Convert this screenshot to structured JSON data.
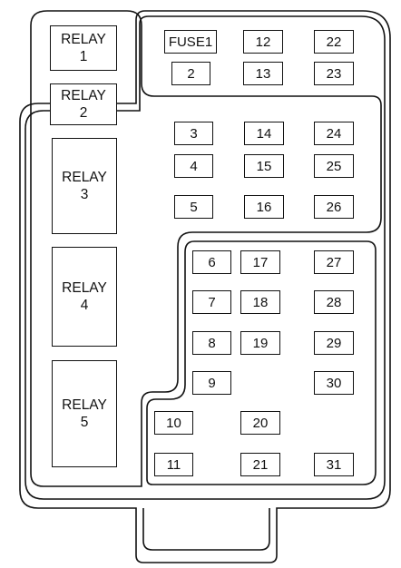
{
  "relays": [
    {
      "id": "relay-1",
      "line1": "RELAY",
      "line2": "1"
    },
    {
      "id": "relay-2",
      "line1": "RELAY",
      "line2": "2"
    },
    {
      "id": "relay-3",
      "line1": "RELAY",
      "line2": "3"
    },
    {
      "id": "relay-4",
      "line1": "RELAY",
      "line2": "4"
    },
    {
      "id": "relay-5",
      "line1": "RELAY",
      "line2": "5"
    }
  ],
  "fuses": [
    "FUSE1",
    "2",
    "3",
    "4",
    "5",
    "6",
    "7",
    "8",
    "9",
    "10",
    "11",
    "12",
    "13",
    "14",
    "15",
    "16",
    "17",
    "18",
    "19",
    "20",
    "21",
    "22",
    "23",
    "24",
    "25",
    "26",
    "27",
    "28",
    "29",
    "30",
    "31"
  ],
  "colors": {
    "stroke": "#111111",
    "background": "#ffffff"
  }
}
